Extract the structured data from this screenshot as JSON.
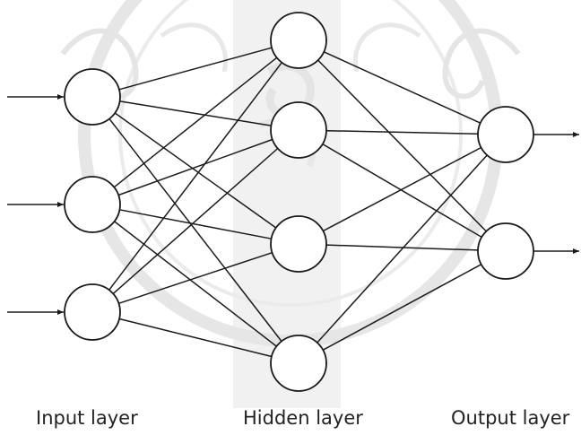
{
  "layers": {
    "input": {
      "label": "Input layer",
      "node_count": 3
    },
    "hidden": {
      "label": "Hidden layer",
      "node_count": 4
    },
    "output": {
      "label": "Output layer",
      "node_count": 2
    }
  },
  "connectivity": "fully-connected",
  "input_arrows": 3,
  "output_arrows": 2,
  "colors": {
    "line": "#1a1a1a",
    "node_fill": "#ffffff",
    "watermark": "#c9c9c9",
    "background": "#ffffff"
  }
}
